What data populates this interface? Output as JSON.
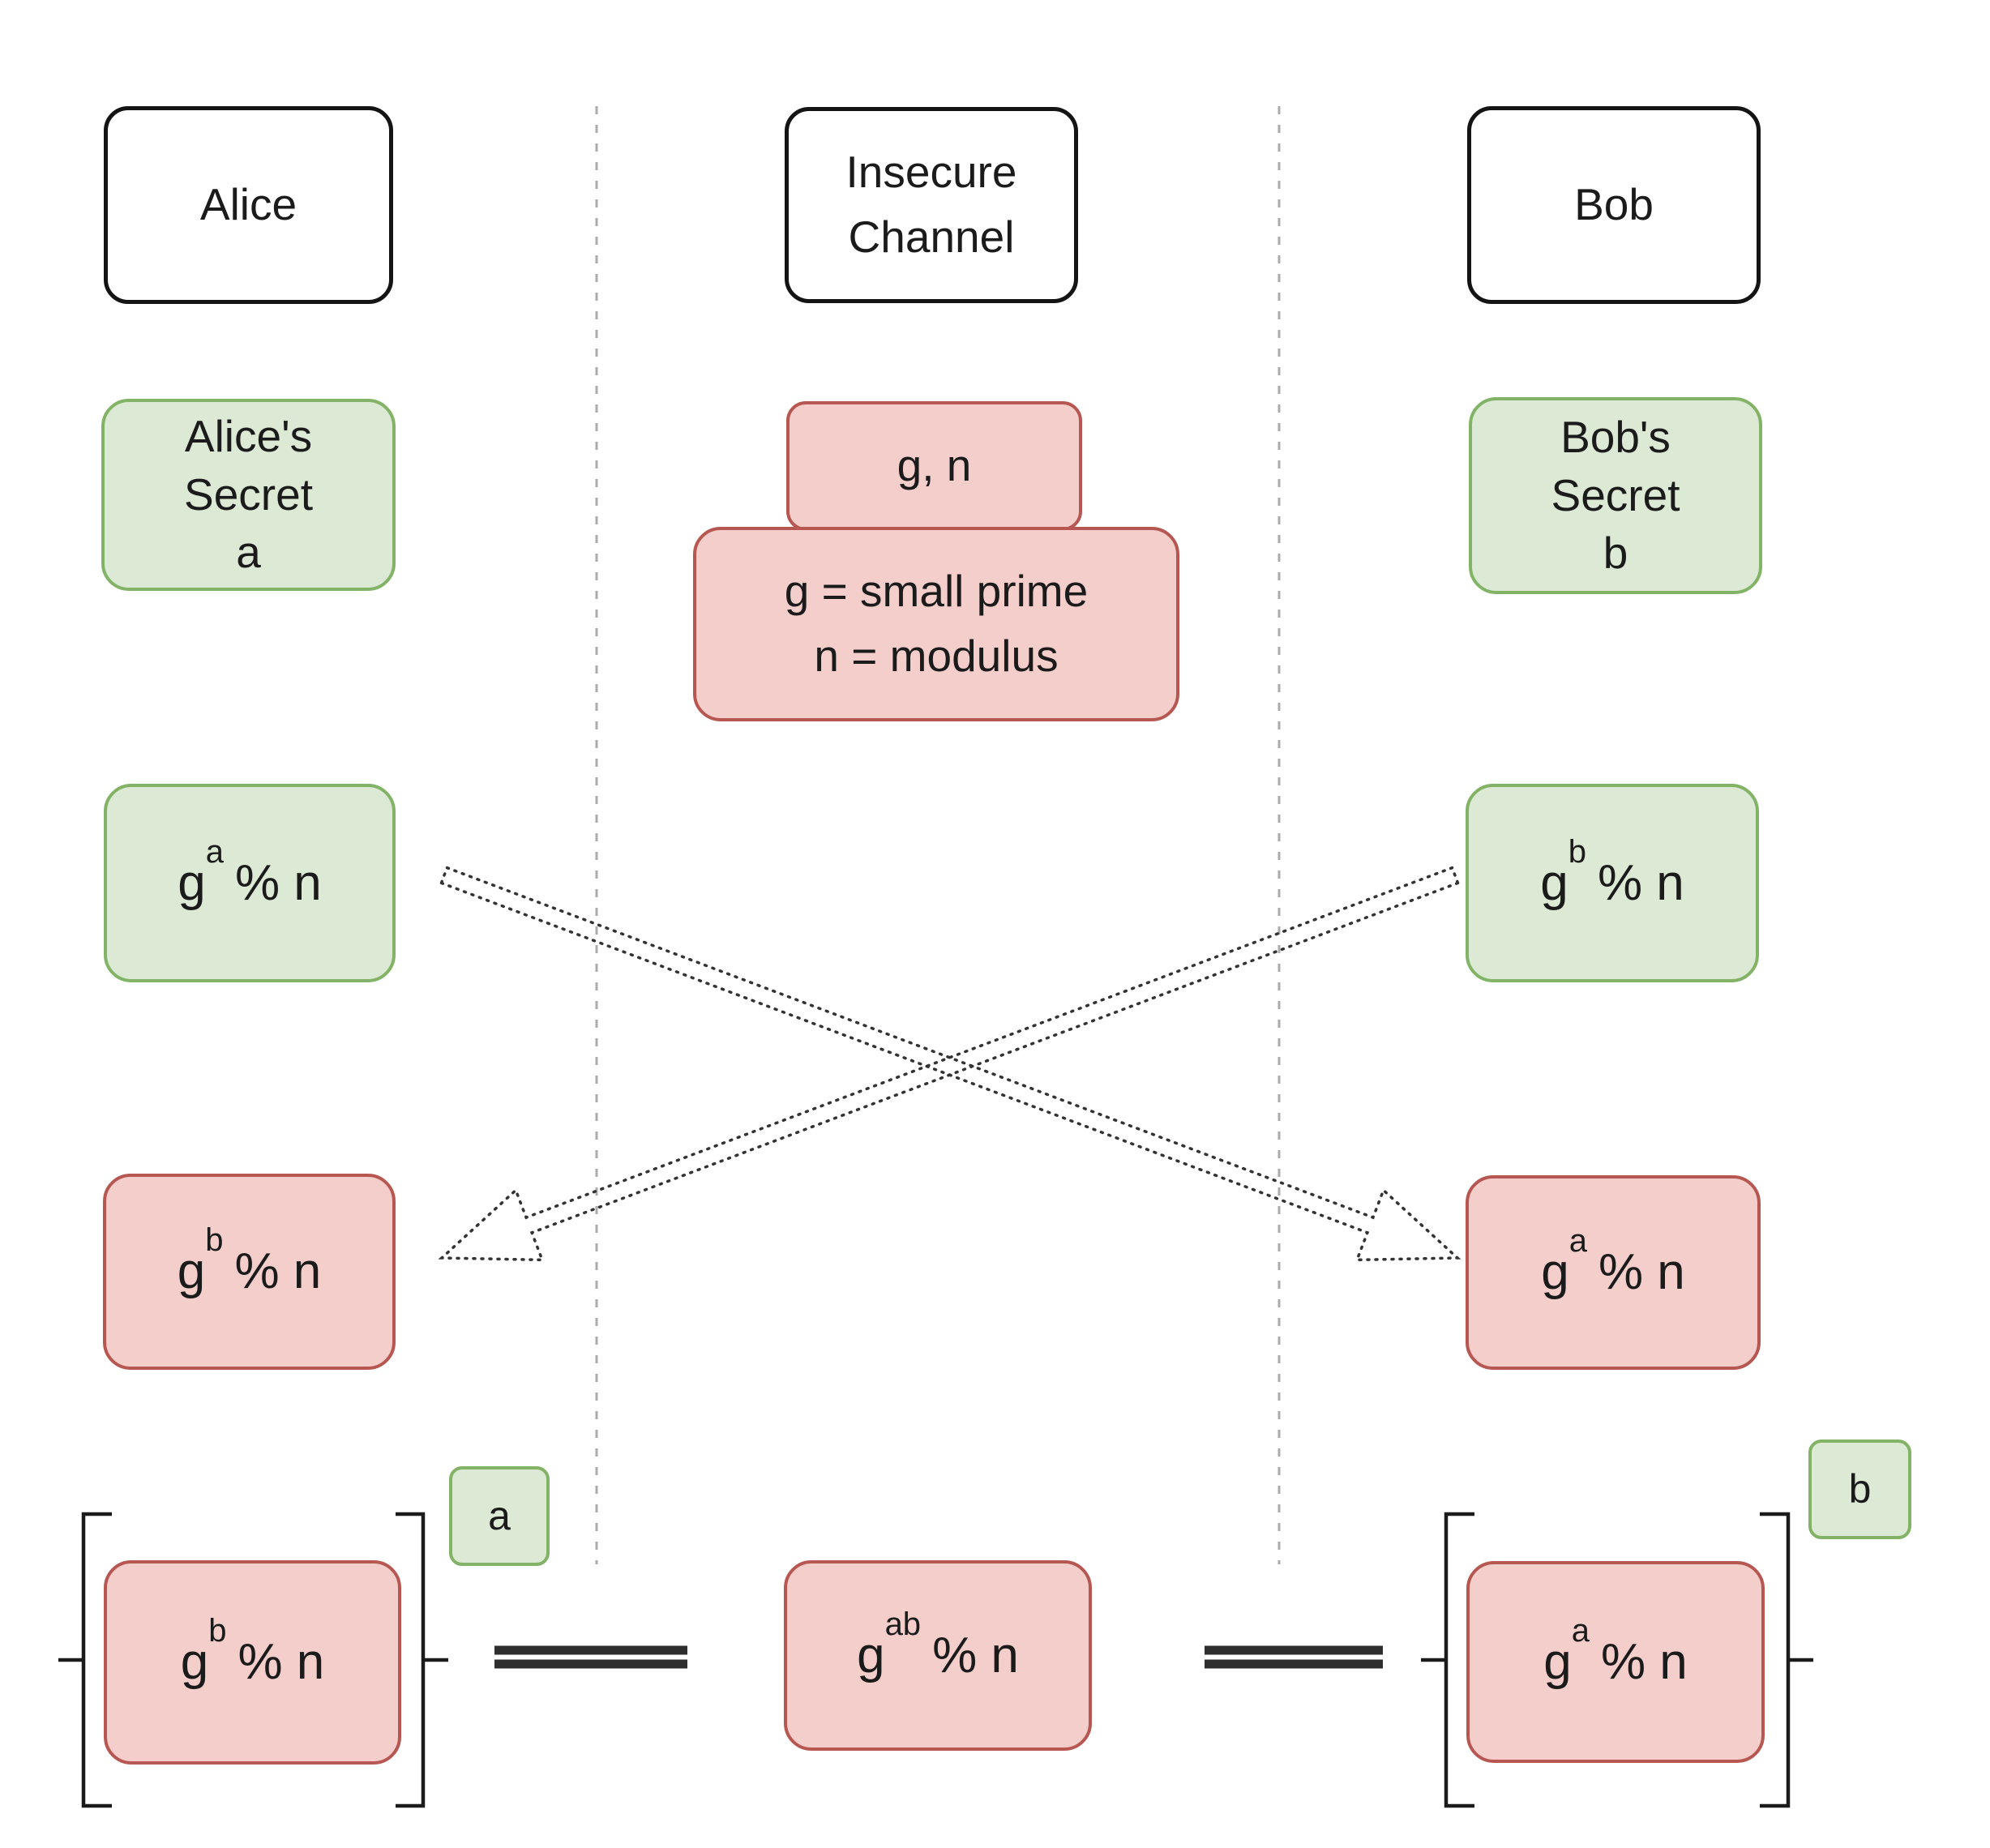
{
  "colors": {
    "green_fill": "#dcead5",
    "green_border": "#82b366",
    "red_fill": "#f4ceca",
    "red_border": "#b75752",
    "header_border": "#141414",
    "text": "#1b1b1b",
    "lifeline_gray": "#ababab",
    "arrow_stroke": "#333333",
    "equals_stroke": "#2e2e2e"
  },
  "headers": {
    "alice": "Alice",
    "channel": [
      "Insecure",
      "Channel"
    ],
    "bob": "Bob"
  },
  "secrets": {
    "alice": [
      "Alice's",
      "Secret",
      "a"
    ],
    "bob": [
      "Bob's",
      "Secret",
      "b"
    ],
    "channel_public": "g, n",
    "channel_note": [
      "g = small prime",
      "n = modulus"
    ]
  },
  "computed": {
    "alice_public": {
      "base": "g",
      "sup": "a",
      "rest": "% n"
    },
    "bob_public": {
      "base": "g",
      "sup": "b",
      "rest": "% n"
    },
    "alice_received": {
      "base": "g",
      "sup": "b",
      "rest": "% n"
    },
    "bob_received": {
      "base": "g",
      "sup": "a",
      "rest": "% n"
    }
  },
  "result": {
    "alice_box": {
      "base": "g",
      "sup": "b",
      "rest": "% n"
    },
    "alice_exponent": "a",
    "equals_left": "=",
    "shared_box": {
      "base": "g",
      "sup": "ab",
      "rest": "% n"
    },
    "equals_right": "=",
    "bob_box": {
      "base": "g",
      "sup": "a",
      "rest": "% n"
    },
    "bob_exponent": "b"
  }
}
